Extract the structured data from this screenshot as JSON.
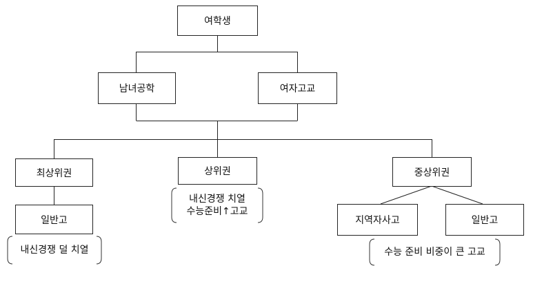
{
  "nodes": {
    "root": "여학생",
    "coed": "남녀공학",
    "girls_school": "여자고교",
    "top_tier": "최상위권",
    "upper_tier": "상위권",
    "mid_upper_tier": "중상위권",
    "general_high_left": "일반고",
    "regional_private": "지역자사고",
    "general_high_right": "일반고"
  },
  "notes": {
    "left": "내신경쟁 덜 치열",
    "center_line1": "내신경쟁 치열",
    "center_line2": "수능준비↑고교",
    "right": "수능 준비 비중이 큰 고교"
  }
}
